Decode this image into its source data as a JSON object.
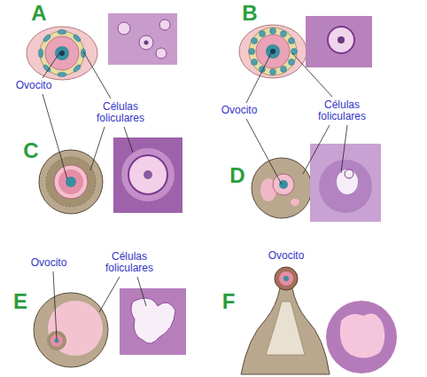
{
  "diagram": {
    "labels": [
      "A",
      "B",
      "Ovocito",
      "Células foliculares",
      "Ovocito",
      "Células foliculares",
      "C",
      "D",
      "Ovocito",
      "Células foliculares",
      "E",
      "Ovocito",
      "F"
    ]
  }
}
